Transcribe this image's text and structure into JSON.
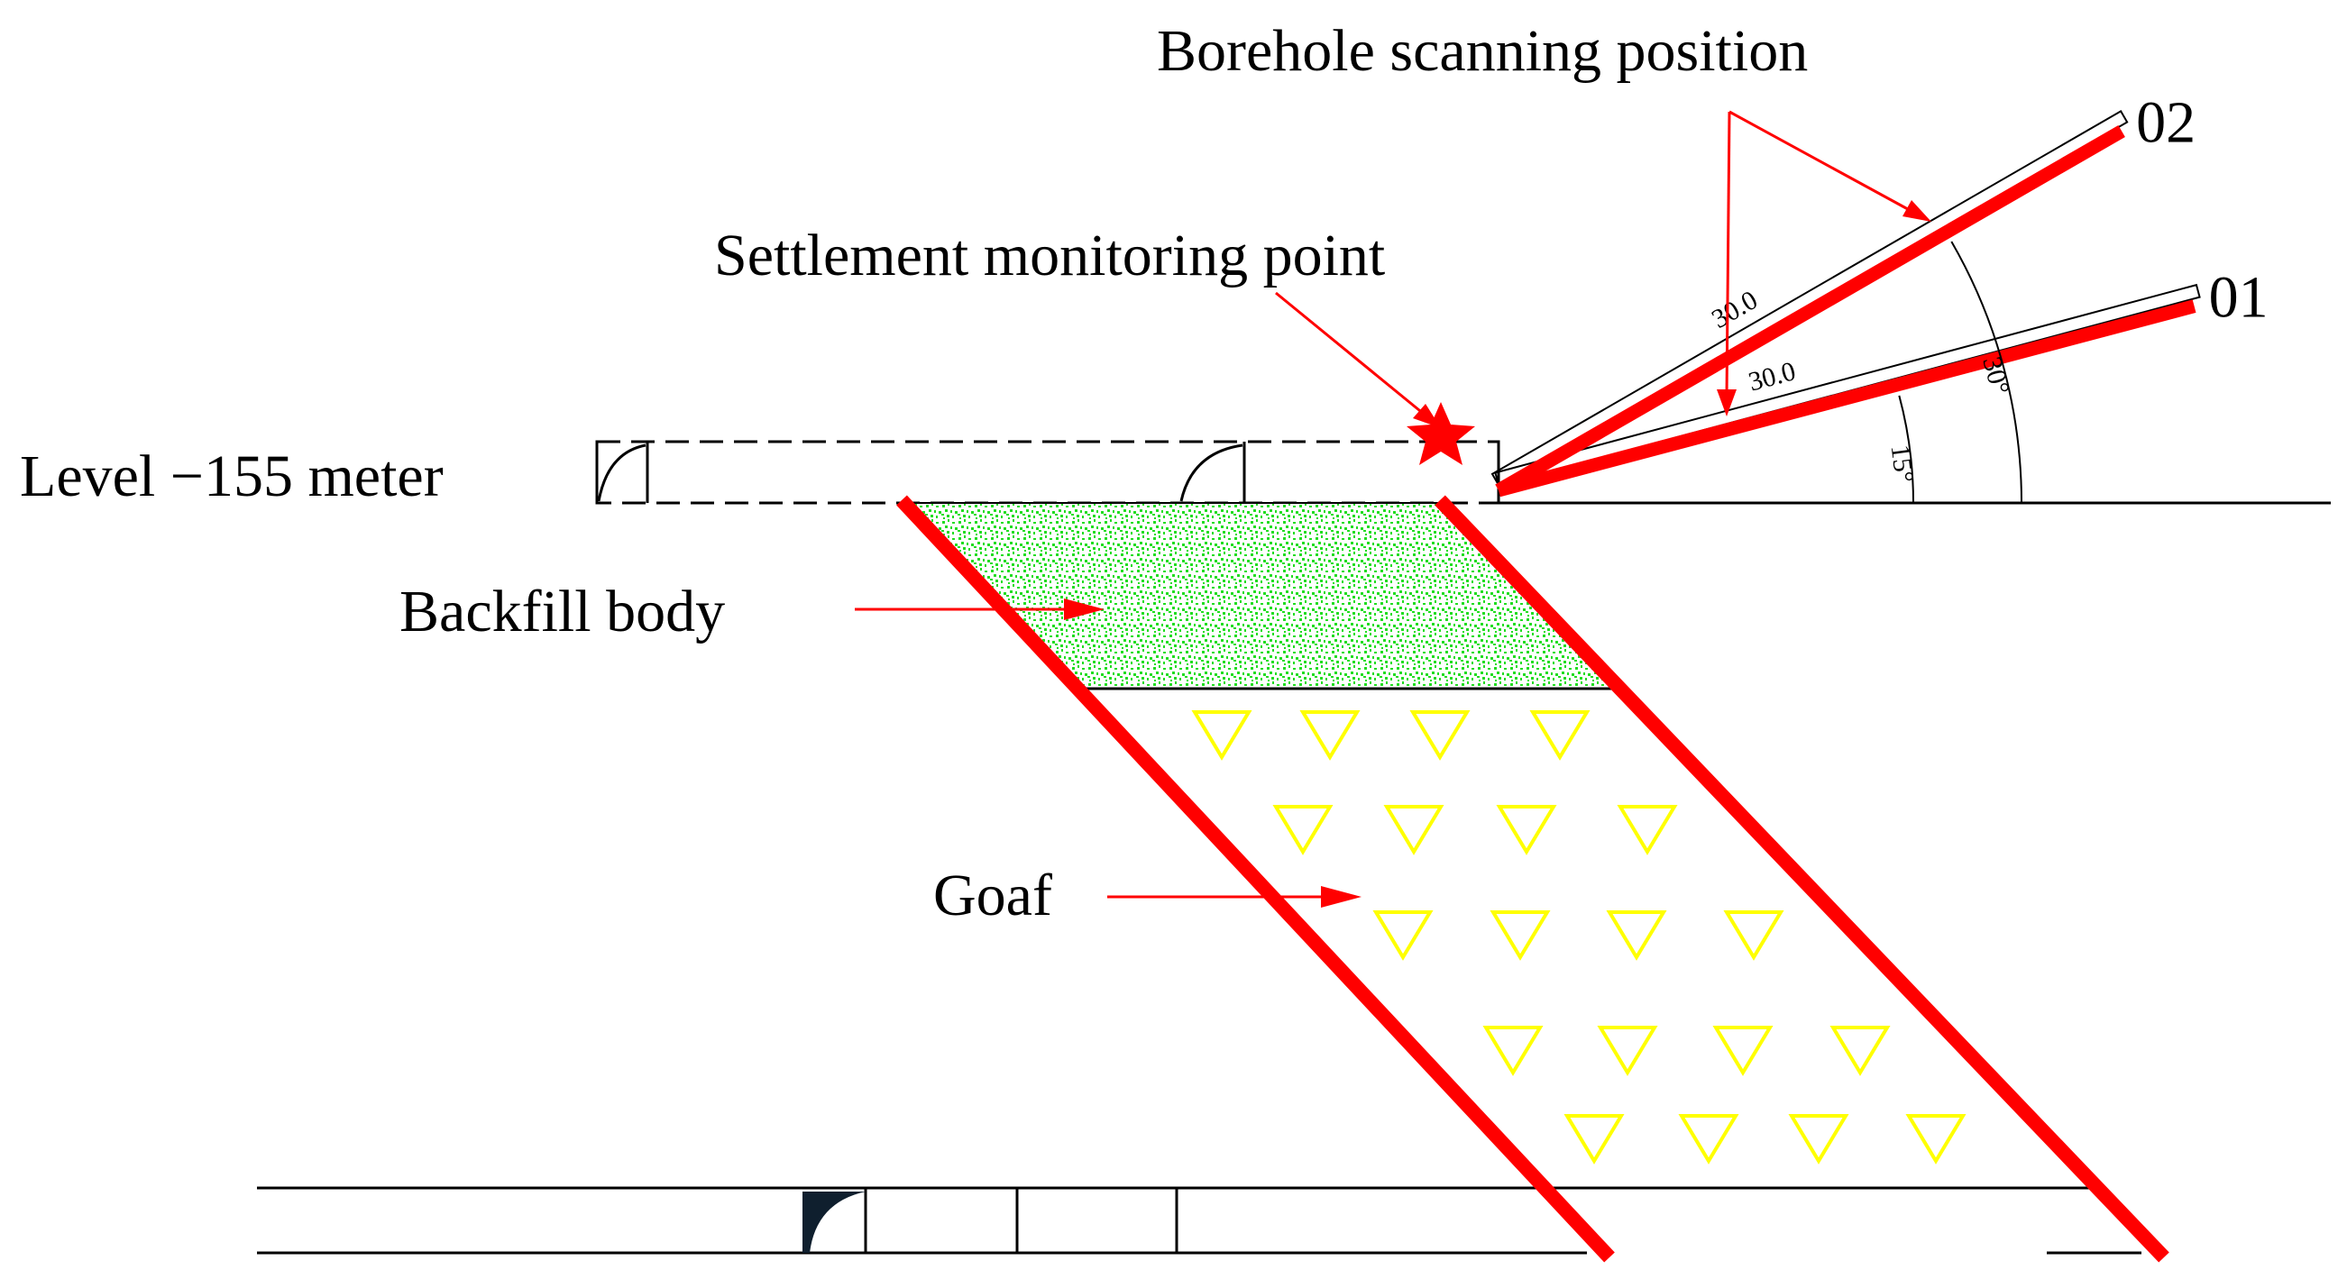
{
  "labels": {
    "borehole_scanning_position": "Borehole scanning position",
    "settlement_monitoring_point": "Settlement monitoring point",
    "level": "Level −155 meter",
    "backfill_body": "Backfill body",
    "goaf": "Goaf"
  },
  "boreholes": [
    {
      "id": "01",
      "length_label": "30.0",
      "angle_label": "15°",
      "angle_deg": 15
    },
    {
      "id": "02",
      "length_label": "30.0",
      "angle_label": "30°",
      "angle_deg": 30
    }
  ],
  "colors": {
    "ore_body_outline": "#ff0000",
    "annotation_arrow": "#ff0000",
    "backfill": "#22dd22",
    "goaf_marker": "#ffff00",
    "line": "#000000",
    "monitoring_star": "#ff0000"
  },
  "icons": {
    "monitoring_point": "star-icon",
    "goaf_marker": "triangle-down-icon"
  }
}
